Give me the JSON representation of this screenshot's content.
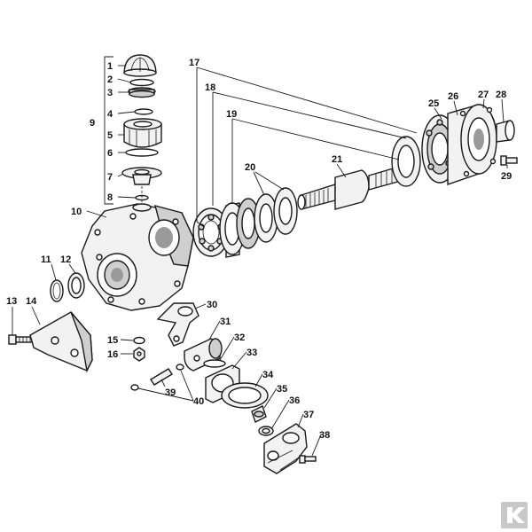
{
  "diagram": {
    "callouts": [
      {
        "id": "1",
        "label": "1"
      },
      {
        "id": "2",
        "label": "2"
      },
      {
        "id": "3",
        "label": "3"
      },
      {
        "id": "4",
        "label": "4"
      },
      {
        "id": "5",
        "label": "5"
      },
      {
        "id": "6",
        "label": "6"
      },
      {
        "id": "7",
        "label": "7"
      },
      {
        "id": "8",
        "label": "8"
      },
      {
        "id": "9",
        "label": "9"
      },
      {
        "id": "10",
        "label": "10"
      },
      {
        "id": "11",
        "label": "11"
      },
      {
        "id": "12",
        "label": "12"
      },
      {
        "id": "13",
        "label": "13"
      },
      {
        "id": "14",
        "label": "14"
      },
      {
        "id": "15",
        "label": "15"
      },
      {
        "id": "16",
        "label": "16"
      },
      {
        "id": "17",
        "label": "17"
      },
      {
        "id": "18",
        "label": "18"
      },
      {
        "id": "19",
        "label": "19"
      },
      {
        "id": "20",
        "label": "20"
      },
      {
        "id": "21",
        "label": "21"
      },
      {
        "id": "25",
        "label": "25"
      },
      {
        "id": "26",
        "label": "26"
      },
      {
        "id": "27",
        "label": "27"
      },
      {
        "id": "28",
        "label": "28"
      },
      {
        "id": "29",
        "label": "29"
      },
      {
        "id": "30",
        "label": "30"
      },
      {
        "id": "31",
        "label": "31"
      },
      {
        "id": "32",
        "label": "32"
      },
      {
        "id": "33",
        "label": "33"
      },
      {
        "id": "34",
        "label": "34"
      },
      {
        "id": "35",
        "label": "35"
      },
      {
        "id": "36",
        "label": "36"
      },
      {
        "id": "37",
        "label": "37"
      },
      {
        "id": "38",
        "label": "38"
      },
      {
        "id": "39",
        "label": "39"
      },
      {
        "id": "40",
        "label": "40"
      }
    ],
    "logo": {
      "icon": "brand-k-logo"
    }
  }
}
